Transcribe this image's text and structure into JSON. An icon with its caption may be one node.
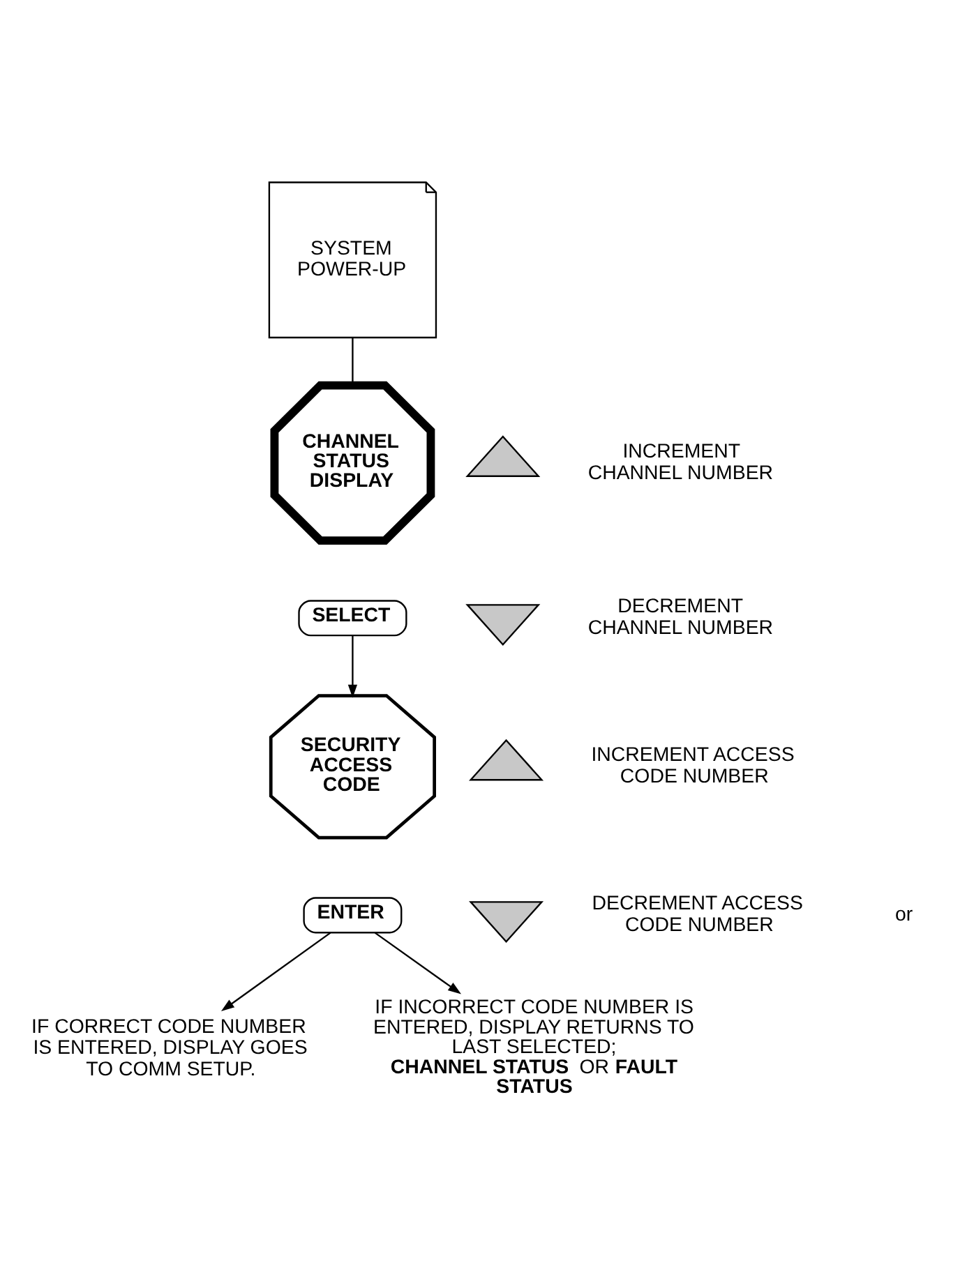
{
  "diagram": {
    "nodes": [
      {
        "text": [
          "SYSTEM POWER-UP"
        ]
      },
      {
        "text": [
          "CHANNEL STATUS DISPLAY"
        ]
      },
      {
        "text": [],
        "shape": "triangle",
        "beside": [
          "INCREMENT CHANNEL NUMBER"
        ]
      },
      {
        "text": [],
        "shape": "triangle",
        "beside": [
          "DECREMENT CHANNEL NUMBER"
        ]
      },
      {
        "text": [
          "SELECT"
        ]
      },
      {
        "text": [
          "SECURITY ACCESS CODE"
        ]
      },
      {
        "text": [],
        "shape": "triangle",
        "beside": [
          "INCREMENT ACCESS CODE NUMBER"
        ]
      },
      {
        "text": [],
        "shape": "triangle",
        "beside": [
          "DECREMENT ACCESS CODE NUMBER"
        ]
      },
      {
        "text": [
          "ENTER"
        ]
      },
      {
        "text": [
          "IF CORRECT CODE NUMBER IS ENTERED, DISPLAY GOES TO COMM SETUP."
        ]
      },
      {
        "text": [
          "IF INCORRECT CODE NUMBER IS ENTERED, DISPLAY RETURNS TO LAST SELECTED; **CHANNEL STATUS** OR **FAULT STATUS**"
        ]
      }
    ],
    "edges": [
      {
        "from": 0,
        "to": 1,
        "arrow": "none"
      },
      {
        "from": 4,
        "to": 5,
        "arrow": "to"
      },
      {
        "from": 8,
        "to": 9,
        "arrow": "to"
      },
      {
        "from": 8,
        "to": 10,
        "arrow": "to"
      }
    ],
    "labels": [
      "or"
    ]
  }
}
